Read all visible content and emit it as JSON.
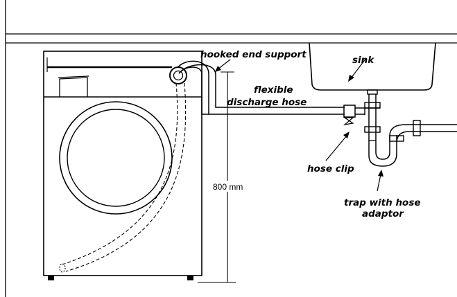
{
  "labels": {
    "hooked_end_support": "hooked end support",
    "sink": "sink",
    "flexible": "flexible",
    "discharge_hose": "discharge hose",
    "hose_clip": "hose clip",
    "trap_line1": "trap with hose",
    "trap_line2": "adaptor",
    "height": "800 mm"
  }
}
